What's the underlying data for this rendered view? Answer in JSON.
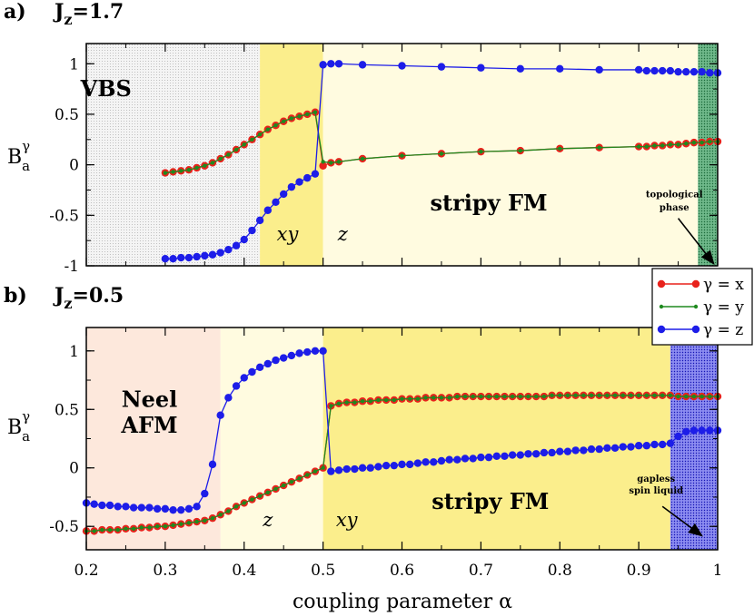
{
  "chart_data": [
    {
      "type": "line",
      "panel_label": "a)",
      "title_main": "J",
      "title_sub": "z",
      "title_rest": "=1.7",
      "ylabel_main": "B",
      "ylabel_sup": "γ",
      "ylabel_sub": "a",
      "xlim": [
        0.2,
        1.0
      ],
      "ylim": [
        -1,
        1.2
      ],
      "yticks": [
        -1,
        -0.5,
        0,
        0.5,
        1
      ],
      "ytick_labels": [
        "-1",
        "-0.5",
        "0",
        "0.5",
        "1"
      ],
      "regions": [
        {
          "x0": 0.2,
          "x1": 0.42,
          "color": "#ececec",
          "pattern": "dots"
        },
        {
          "x0": 0.42,
          "x1": 0.5,
          "color": "#fbee8c",
          "pattern": "none"
        },
        {
          "x0": 0.5,
          "x1": 0.975,
          "color": "#fffbe0",
          "pattern": "none"
        },
        {
          "x0": 0.975,
          "x1": 1.0,
          "color": "#3c9a60",
          "pattern": "dots"
        }
      ],
      "labels": [
        {
          "text": "VBS",
          "x": 0.225,
          "y": 0.68,
          "style": "region"
        },
        {
          "text": "xy",
          "x": 0.455,
          "y": -0.75,
          "style": "italic"
        },
        {
          "text": "z",
          "x": 0.525,
          "y": -0.75,
          "style": "italic"
        },
        {
          "text": "stripy FM",
          "x": 0.71,
          "y": -0.45,
          "style": "region"
        },
        {
          "text": "topological",
          "x": 0.945,
          "y": -0.32,
          "style": "note"
        },
        {
          "text": "phase",
          "x": 0.945,
          "y": -0.45,
          "style": "note"
        }
      ],
      "arrow": {
        "x0": 0.95,
        "y0": -0.53,
        "x1": 0.995,
        "y1": -0.98
      },
      "series": [
        {
          "id": "x",
          "color": "#e8221c",
          "marker": "big",
          "x": [
            0.3,
            0.31,
            0.32,
            0.33,
            0.34,
            0.35,
            0.36,
            0.37,
            0.38,
            0.39,
            0.4,
            0.41,
            0.42,
            0.43,
            0.44,
            0.45,
            0.46,
            0.47,
            0.48,
            0.49,
            0.5,
            0.51,
            0.52,
            0.55,
            0.6,
            0.65,
            0.7,
            0.75,
            0.8,
            0.85,
            0.9,
            0.91,
            0.92,
            0.93,
            0.94,
            0.95,
            0.96,
            0.97,
            0.98,
            0.99,
            1.0
          ],
          "y": [
            -0.08,
            -0.07,
            -0.06,
            -0.05,
            -0.03,
            -0.01,
            0.02,
            0.06,
            0.1,
            0.15,
            0.2,
            0.25,
            0.3,
            0.35,
            0.39,
            0.43,
            0.46,
            0.48,
            0.5,
            0.52,
            -0.01,
            0.02,
            0.03,
            0.06,
            0.09,
            0.11,
            0.13,
            0.14,
            0.16,
            0.17,
            0.18,
            0.18,
            0.19,
            0.19,
            0.2,
            0.2,
            0.21,
            0.22,
            0.22,
            0.23,
            0.23
          ]
        },
        {
          "id": "y",
          "color": "#1f8a1f",
          "marker": "small",
          "x": [
            0.3,
            0.31,
            0.32,
            0.33,
            0.34,
            0.35,
            0.36,
            0.37,
            0.38,
            0.39,
            0.4,
            0.41,
            0.42,
            0.43,
            0.44,
            0.45,
            0.46,
            0.47,
            0.48,
            0.49,
            0.5,
            0.51,
            0.52,
            0.55,
            0.6,
            0.65,
            0.7,
            0.75,
            0.8,
            0.85,
            0.9,
            0.91,
            0.92,
            0.93,
            0.94,
            0.95,
            0.96,
            0.97,
            0.98,
            0.99,
            1.0
          ],
          "y": [
            -0.08,
            -0.07,
            -0.06,
            -0.05,
            -0.03,
            -0.01,
            0.02,
            0.06,
            0.1,
            0.15,
            0.2,
            0.25,
            0.3,
            0.35,
            0.39,
            0.43,
            0.46,
            0.48,
            0.5,
            0.52,
            0.03,
            0.02,
            0.03,
            0.06,
            0.09,
            0.11,
            0.13,
            0.14,
            0.16,
            0.17,
            0.18,
            0.18,
            0.19,
            0.19,
            0.2,
            0.2,
            0.21,
            0.22,
            0.22,
            0.23,
            0.23
          ]
        },
        {
          "id": "z",
          "color": "#1d1de8",
          "marker": "big",
          "x": [
            0.3,
            0.31,
            0.32,
            0.33,
            0.34,
            0.35,
            0.36,
            0.37,
            0.38,
            0.39,
            0.4,
            0.41,
            0.42,
            0.43,
            0.44,
            0.45,
            0.46,
            0.47,
            0.48,
            0.49,
            0.5,
            0.51,
            0.52,
            0.55,
            0.6,
            0.65,
            0.7,
            0.75,
            0.8,
            0.85,
            0.9,
            0.91,
            0.92,
            0.93,
            0.94,
            0.95,
            0.96,
            0.97,
            0.98,
            0.99,
            1.0
          ],
          "y": [
            -0.93,
            -0.93,
            -0.92,
            -0.92,
            -0.91,
            -0.9,
            -0.89,
            -0.87,
            -0.84,
            -0.8,
            -0.74,
            -0.65,
            -0.55,
            -0.45,
            -0.37,
            -0.29,
            -0.22,
            -0.17,
            -0.13,
            -0.09,
            0.99,
            1.0,
            1.0,
            0.99,
            0.98,
            0.97,
            0.96,
            0.95,
            0.95,
            0.94,
            0.94,
            0.93,
            0.93,
            0.93,
            0.93,
            0.92,
            0.92,
            0.92,
            0.92,
            0.91,
            0.91
          ]
        }
      ]
    },
    {
      "type": "line",
      "panel_label": "b)",
      "title_main": "J",
      "title_sub": "z",
      "title_rest": "=0.5",
      "ylabel_main": "B",
      "ylabel_sup": "γ",
      "ylabel_sub": "a",
      "xlabel": "coupling parameter  α",
      "xlim": [
        0.2,
        1.0
      ],
      "ylim": [
        -0.7,
        1.2
      ],
      "xticks": [
        0.2,
        0.3,
        0.4,
        0.5,
        0.6,
        0.7,
        0.8,
        0.9,
        1.0
      ],
      "xtick_labels": [
        "0.2",
        "0.3",
        "0.4",
        "0.5",
        "0.6",
        "0.7",
        "0.8",
        "0.9",
        "1"
      ],
      "yticks": [
        -0.5,
        0,
        0.5,
        1
      ],
      "ytick_labels": [
        "-0.5",
        "0",
        "0.5",
        "1"
      ],
      "regions": [
        {
          "x0": 0.2,
          "x1": 0.37,
          "color": "#fde8dc",
          "pattern": "none"
        },
        {
          "x0": 0.37,
          "x1": 0.5,
          "color": "#fffbe0",
          "pattern": "none"
        },
        {
          "x0": 0.5,
          "x1": 0.94,
          "color": "#fbee8c",
          "pattern": "none"
        },
        {
          "x0": 0.94,
          "x1": 1.0,
          "color": "#5e5ee0",
          "pattern": "dots"
        }
      ],
      "labels": [
        {
          "text": "Neel",
          "x": 0.28,
          "y": 0.52,
          "style": "region"
        },
        {
          "text": "AFM",
          "x": 0.28,
          "y": 0.3,
          "style": "region"
        },
        {
          "text": "z",
          "x": 0.43,
          "y": -0.5,
          "style": "italic"
        },
        {
          "text": "xy",
          "x": 0.53,
          "y": -0.5,
          "style": "italic"
        },
        {
          "text": "stripy FM",
          "x": 0.712,
          "y": -0.35,
          "style": "region"
        },
        {
          "text": "gapless",
          "x": 0.922,
          "y": -0.12,
          "style": "note"
        },
        {
          "text": "spin liquid",
          "x": 0.922,
          "y": -0.22,
          "style": "note"
        }
      ],
      "arrow": {
        "x0": 0.93,
        "y0": -0.33,
        "x1": 0.98,
        "y1": -0.58
      },
      "series": [
        {
          "id": "x",
          "color": "#e8221c",
          "marker": "big",
          "x": [
            0.2,
            0.21,
            0.22,
            0.23,
            0.24,
            0.25,
            0.26,
            0.27,
            0.28,
            0.29,
            0.3,
            0.31,
            0.32,
            0.33,
            0.34,
            0.35,
            0.36,
            0.37,
            0.38,
            0.39,
            0.4,
            0.41,
            0.42,
            0.43,
            0.44,
            0.45,
            0.46,
            0.47,
            0.48,
            0.49,
            0.5,
            0.51,
            0.52,
            0.53,
            0.54,
            0.55,
            0.56,
            0.57,
            0.58,
            0.59,
            0.6,
            0.61,
            0.62,
            0.63,
            0.64,
            0.65,
            0.66,
            0.67,
            0.68,
            0.69,
            0.7,
            0.71,
            0.72,
            0.73,
            0.74,
            0.75,
            0.76,
            0.77,
            0.78,
            0.79,
            0.8,
            0.81,
            0.82,
            0.83,
            0.84,
            0.85,
            0.86,
            0.87,
            0.88,
            0.89,
            0.9,
            0.91,
            0.92,
            0.93,
            0.94,
            0.95,
            0.96,
            0.97,
            0.98,
            0.99,
            1.0
          ],
          "y": [
            -0.54,
            -0.54,
            -0.53,
            -0.53,
            -0.53,
            -0.52,
            -0.52,
            -0.51,
            -0.51,
            -0.5,
            -0.5,
            -0.49,
            -0.48,
            -0.47,
            -0.46,
            -0.45,
            -0.43,
            -0.4,
            -0.37,
            -0.33,
            -0.3,
            -0.27,
            -0.24,
            -0.21,
            -0.18,
            -0.15,
            -0.12,
            -0.09,
            -0.06,
            -0.03,
            0.0,
            0.53,
            0.55,
            0.56,
            0.56,
            0.57,
            0.57,
            0.58,
            0.58,
            0.58,
            0.59,
            0.59,
            0.59,
            0.6,
            0.6,
            0.6,
            0.6,
            0.61,
            0.61,
            0.61,
            0.61,
            0.61,
            0.61,
            0.61,
            0.61,
            0.61,
            0.61,
            0.61,
            0.61,
            0.62,
            0.62,
            0.62,
            0.62,
            0.62,
            0.62,
            0.62,
            0.62,
            0.62,
            0.62,
            0.62,
            0.62,
            0.62,
            0.62,
            0.62,
            0.62,
            0.61,
            0.61,
            0.61,
            0.61,
            0.61,
            0.61
          ]
        },
        {
          "id": "y",
          "color": "#1f8a1f",
          "marker": "small",
          "x": [
            0.2,
            0.21,
            0.22,
            0.23,
            0.24,
            0.25,
            0.26,
            0.27,
            0.28,
            0.29,
            0.3,
            0.31,
            0.32,
            0.33,
            0.34,
            0.35,
            0.36,
            0.37,
            0.38,
            0.39,
            0.4,
            0.41,
            0.42,
            0.43,
            0.44,
            0.45,
            0.46,
            0.47,
            0.48,
            0.49,
            0.5,
            0.51,
            0.52,
            0.53,
            0.54,
            0.55,
            0.56,
            0.57,
            0.58,
            0.59,
            0.6,
            0.61,
            0.62,
            0.63,
            0.64,
            0.65,
            0.66,
            0.67,
            0.68,
            0.69,
            0.7,
            0.71,
            0.72,
            0.73,
            0.74,
            0.75,
            0.76,
            0.77,
            0.78,
            0.79,
            0.8,
            0.81,
            0.82,
            0.83,
            0.84,
            0.85,
            0.86,
            0.87,
            0.88,
            0.89,
            0.9,
            0.91,
            0.92,
            0.93,
            0.94,
            0.95,
            0.96,
            0.97,
            0.98,
            0.99,
            1.0
          ],
          "y": [
            -0.54,
            -0.54,
            -0.53,
            -0.53,
            -0.53,
            -0.52,
            -0.52,
            -0.51,
            -0.51,
            -0.5,
            -0.5,
            -0.49,
            -0.48,
            -0.47,
            -0.46,
            -0.45,
            -0.43,
            -0.4,
            -0.37,
            -0.33,
            -0.3,
            -0.27,
            -0.24,
            -0.21,
            -0.18,
            -0.15,
            -0.12,
            -0.09,
            -0.06,
            -0.03,
            0.0,
            0.53,
            0.55,
            0.56,
            0.56,
            0.57,
            0.57,
            0.58,
            0.58,
            0.58,
            0.59,
            0.59,
            0.59,
            0.6,
            0.6,
            0.6,
            0.6,
            0.61,
            0.61,
            0.61,
            0.61,
            0.61,
            0.61,
            0.61,
            0.61,
            0.61,
            0.61,
            0.61,
            0.61,
            0.62,
            0.62,
            0.62,
            0.62,
            0.62,
            0.62,
            0.62,
            0.62,
            0.62,
            0.62,
            0.62,
            0.62,
            0.62,
            0.62,
            0.62,
            0.62,
            0.61,
            0.61,
            0.61,
            0.61,
            0.61,
            0.61
          ]
        },
        {
          "id": "z",
          "color": "#1d1de8",
          "marker": "big",
          "x": [
            0.2,
            0.21,
            0.22,
            0.23,
            0.24,
            0.25,
            0.26,
            0.27,
            0.28,
            0.29,
            0.3,
            0.31,
            0.32,
            0.33,
            0.34,
            0.35,
            0.36,
            0.37,
            0.38,
            0.39,
            0.4,
            0.41,
            0.42,
            0.43,
            0.44,
            0.45,
            0.46,
            0.47,
            0.48,
            0.49,
            0.5,
            0.51,
            0.52,
            0.53,
            0.54,
            0.55,
            0.56,
            0.57,
            0.58,
            0.59,
            0.6,
            0.61,
            0.62,
            0.63,
            0.64,
            0.65,
            0.66,
            0.67,
            0.68,
            0.69,
            0.7,
            0.71,
            0.72,
            0.73,
            0.74,
            0.75,
            0.76,
            0.77,
            0.78,
            0.79,
            0.8,
            0.81,
            0.82,
            0.83,
            0.84,
            0.85,
            0.86,
            0.87,
            0.88,
            0.89,
            0.9,
            0.91,
            0.92,
            0.93,
            0.94,
            0.95,
            0.96,
            0.97,
            0.98,
            0.99,
            1.0
          ],
          "y": [
            -0.3,
            -0.31,
            -0.32,
            -0.32,
            -0.33,
            -0.33,
            -0.34,
            -0.34,
            -0.34,
            -0.35,
            -0.35,
            -0.36,
            -0.36,
            -0.35,
            -0.33,
            -0.22,
            0.03,
            0.45,
            0.6,
            0.7,
            0.77,
            0.82,
            0.86,
            0.89,
            0.92,
            0.94,
            0.96,
            0.98,
            0.99,
            1.0,
            1.0,
            -0.03,
            -0.02,
            -0.01,
            -0.01,
            0.0,
            0.0,
            0.01,
            0.02,
            0.02,
            0.03,
            0.03,
            0.04,
            0.05,
            0.05,
            0.06,
            0.07,
            0.07,
            0.08,
            0.08,
            0.09,
            0.09,
            0.1,
            0.1,
            0.11,
            0.11,
            0.12,
            0.12,
            0.13,
            0.13,
            0.14,
            0.14,
            0.15,
            0.15,
            0.16,
            0.16,
            0.17,
            0.17,
            0.18,
            0.18,
            0.19,
            0.19,
            0.2,
            0.2,
            0.21,
            0.27,
            0.31,
            0.32,
            0.32,
            0.32,
            0.32
          ]
        }
      ]
    }
  ],
  "legend": {
    "items": [
      {
        "label": "γ = x",
        "color": "#e8221c",
        "marker": "big"
      },
      {
        "label": "γ = y",
        "color": "#1f8a1f",
        "marker": "small"
      },
      {
        "label": "γ = z",
        "color": "#1d1de8",
        "marker": "big"
      }
    ]
  }
}
